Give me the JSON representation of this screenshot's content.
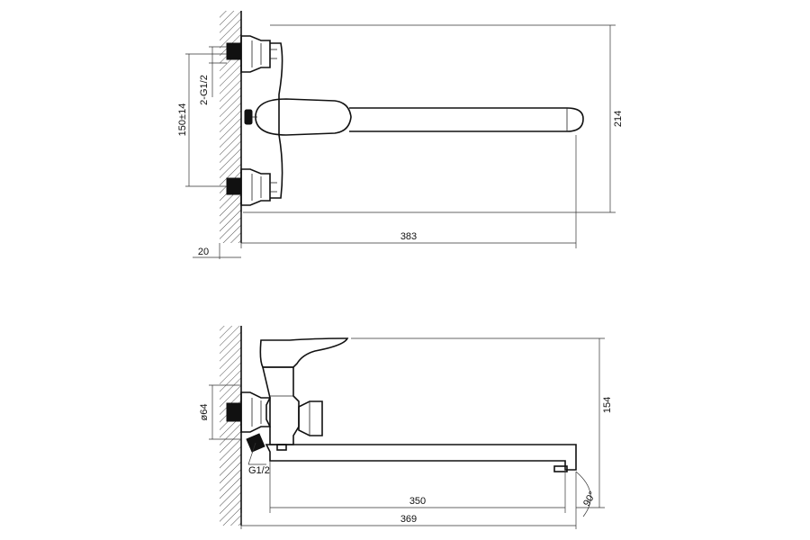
{
  "front_view": {
    "dim_thread": "2-G1/2",
    "dim_center_distance": "150±14",
    "dim_height": "214",
    "dim_length": "383",
    "dim_wall": "20"
  },
  "side_view": {
    "dim_diameter": "ø64",
    "dim_thread": "G1/2",
    "dim_height": "154",
    "dim_spout": "350",
    "dim_total": "369",
    "dim_angle": "90°"
  }
}
